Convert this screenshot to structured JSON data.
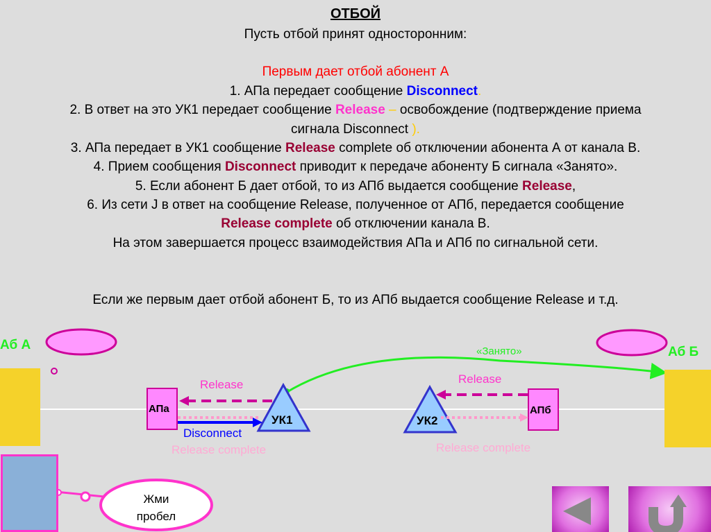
{
  "title": "ОТБОЙ",
  "subtitle": "Пусть отбой принят односторонним:",
  "first": "Первым дает отбой абонент А",
  "l1": {
    "a": "1.   АПа передает сообщение ",
    "b": "Disconnect",
    "c": "."
  },
  "l2": {
    "a": "2.   В ответ на это УК1 передает сообщение ",
    "b": "Release",
    "c": " – ",
    "d": "освобождение (подтверждение приема"
  },
  "l2b": {
    "a": "сигнала Disconnect ",
    "b": ")."
  },
  "l3": {
    "a": "3.   АПа передает в УК1 сообщение ",
    "b": "Release",
    "c": " complete об отключении абонента А от канала В."
  },
  "l4": {
    "a": "4.   Прием сообщения ",
    "b": "Disconnect",
    "c": " приводит к передаче абоненту Б сигнала «Занято»."
  },
  "l5": {
    "a": "5.   Если абонент Б дает отбой, то из АПб выдается сообщение  ",
    "b": "Release",
    "c": ","
  },
  "l6": "6.   Из сети J в ответ на сообщение Release, полученное от АПб, передается сообщение",
  "l6b": {
    "a": "Release complete",
    "b": " об отключении канала В."
  },
  "l7": "На этом завершается процесс взаимодействия АПа и АПб по сигнальной сети.",
  "l8": "Если же первым дает отбой абонент Б, то из АПб выдается сообщение Release и т.д.",
  "diagram": {
    "ab_a": "Аб А",
    "ab_b": "Аб Б",
    "apa": "АПа",
    "apb": "АПб",
    "uk1": "УК1",
    "uk2": "УК2",
    "release_left": "Release",
    "release_right": "Release",
    "rc_left": "Release complete",
    "disconnect": "Disconnect",
    "rc_right": "Release complete",
    "busy": "«Занято»",
    "hint": "Жми\nпробел",
    "hint1": "Жми",
    "hint2": "пробел"
  },
  "colors": {
    "green": "#22ee22",
    "pink": "#ff88ff",
    "magenta": "#cc0099",
    "blue": "#0000ff",
    "tri": "#99ccff"
  }
}
